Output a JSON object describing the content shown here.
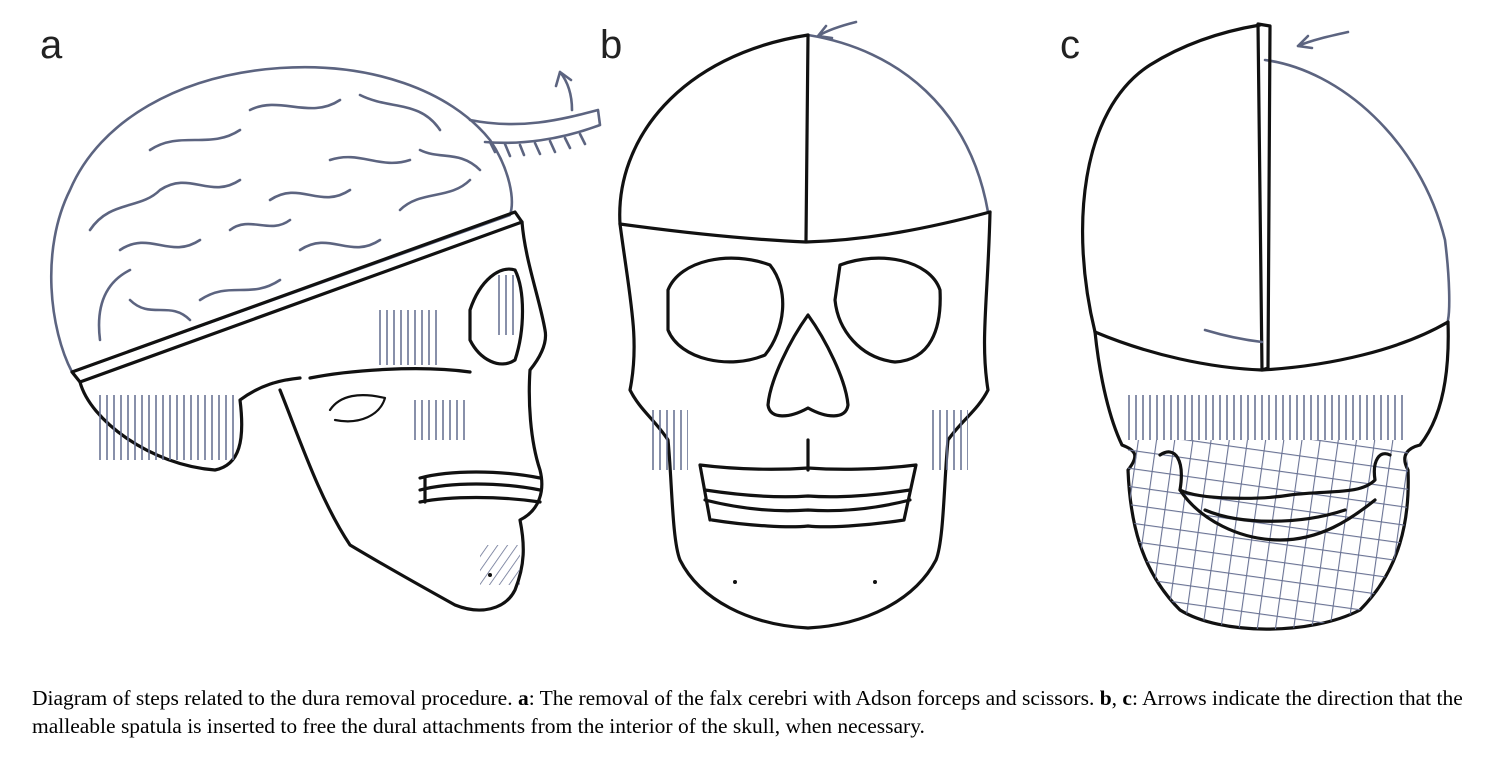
{
  "panels": [
    {
      "label": "a"
    },
    {
      "label": "b"
    },
    {
      "label": "c"
    }
  ],
  "caption": {
    "intro": "Diagram of steps related to the dura removal procedure.",
    "a_label": "a",
    "a_text": ": The removal of the falx cerebri with Adson forceps and scissors.",
    "bc_label_b": "b",
    "bc_sep": ", ",
    "bc_label_c": "c",
    "bc_text": ": Arrows indicate the direction that the malleable spatula is inserted to free the dural attachments from the interior of the skull, when necessary."
  },
  "colors": {
    "ink": "#111111",
    "accent": "#5c6480"
  }
}
